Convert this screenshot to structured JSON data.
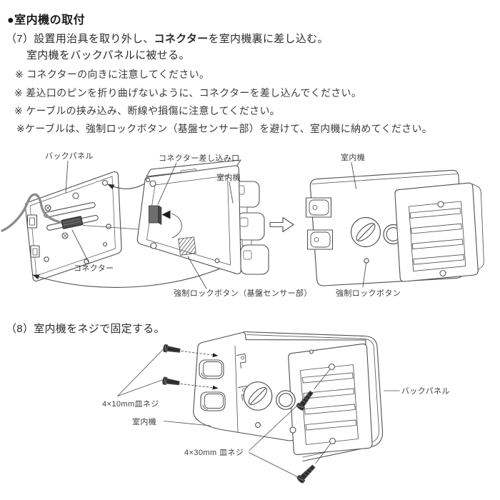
{
  "header": {
    "title": "●室内機の取付"
  },
  "step7": {
    "prefix": "（7）設置用治具を取り外し、",
    "emphasis": "コネクター",
    "suffix": "を室内機裏に差し込む。",
    "line2": "室内機をバックパネルに被せる。"
  },
  "notes": [
    "※ コネクターの向きに注意してください。",
    "※ 差込口のピンを折り曲げないように、コネクターを差し込んでください。",
    "※ ケーブルの挟み込み、断線や損傷に注意してください。",
    "※ケーブルは、強制ロックボタン（基盤センサー部）を避けて、室内機に納めてください。"
  ],
  "step8": {
    "text": "（8）室内機をネジで固定する。"
  },
  "figure1": {
    "labels": {
      "back_panel": "バックパネル",
      "connector_port": "コネクター差し込み口",
      "indoor_unit_rear": "室内機",
      "indoor_unit_front": "室内機",
      "connector": "コネクター",
      "lock_button_sensor": "強制ロックボタン（基盤センサー部）",
      "lock_button": "強制ロックボタン"
    }
  },
  "figure2": {
    "labels": {
      "screws_small": "4×10mm皿ネジ",
      "indoor_unit": "室内機",
      "screws_long": "4×30mm 皿ネジ",
      "back_panel": "バックパネル"
    }
  },
  "colors": {
    "text": "#333333",
    "line": "#4f4f4f",
    "cable": "#8c8c8c",
    "dark_fill": "#2d2d2d",
    "background": "#ffffff"
  }
}
